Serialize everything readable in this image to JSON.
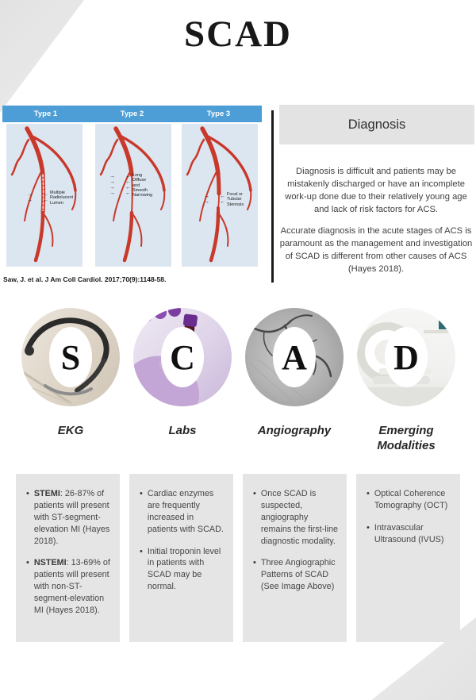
{
  "page": {
    "title": "SCAD"
  },
  "colors": {
    "figure_header_blue": "#4d9ed6",
    "figure_panel_blue": "#dce6f0",
    "artery_red": "#c9392b",
    "box_gray": "#e5e5e5",
    "corner_gray": "#e4e4e4"
  },
  "artery_figure": {
    "types": [
      {
        "label": "Type 1",
        "annotation": "Multiple\nRadiolucent\nLumen"
      },
      {
        "label": "Type 2",
        "annotation": "Long\nDiffuse\nand\nSmooth\nNarrowing"
      },
      {
        "label": "Type 3",
        "annotation": "Focal or\nTubular\nStenosis"
      }
    ],
    "citation": "Saw, J. et al. J Am Coll Cardiol. 2017;70(9):1148-58."
  },
  "diagnosis": {
    "title": "Diagnosis",
    "paragraphs": [
      "Diagnosis is difficult and patients may be mistakenly discharged or have an incomplete work-up done due to their relatively young age and lack of risk factors for ACS.",
      "Accurate diagnosis in the acute stages of ACS is paramount as the management and investigation of SCAD is different from other causes of ACS (Hayes 2018)."
    ]
  },
  "acronym": [
    {
      "letter": "S",
      "label": "EKG",
      "photo": "stethoscope-on-ekg-paper",
      "bullets": [
        {
          "b": "STEMI",
          "t": ": 26-87% of patients will present with ST-segment-elevation MI (Hayes 2018)."
        },
        {
          "b": "NSTEMI",
          "t": ": 13-69% of patients will present with non-ST-segment-elevation MI (Hayes 2018)."
        }
      ]
    },
    {
      "letter": "C",
      "label": "Labs",
      "photo": "gloved-hand-holding-blood-tube",
      "bullets": [
        {
          "b": "",
          "t": "Cardiac enzymes are frequently increased in patients with SCAD."
        },
        {
          "b": "",
          "t": "Initial troponin level in patients with SCAD may be normal."
        }
      ]
    },
    {
      "letter": "A",
      "label": "Angiography",
      "photo": "coronary-angiogram",
      "bullets": [
        {
          "b": "",
          "t": "Once SCAD is suspected, angiography remains the first-line diagnostic modality."
        },
        {
          "b": "",
          "t": "Three Angiographic Patterns of SCAD (See Image Above)"
        }
      ]
    },
    {
      "letter": "D",
      "label": "Emerging Modalities",
      "photo": "ct-scanner-room",
      "bullets": [
        {
          "b": "",
          "t": "Optical Coherence Tomography (OCT)"
        },
        {
          "b": "",
          "t": "Intravascular Ultrasound (IVUS)"
        }
      ]
    }
  ]
}
